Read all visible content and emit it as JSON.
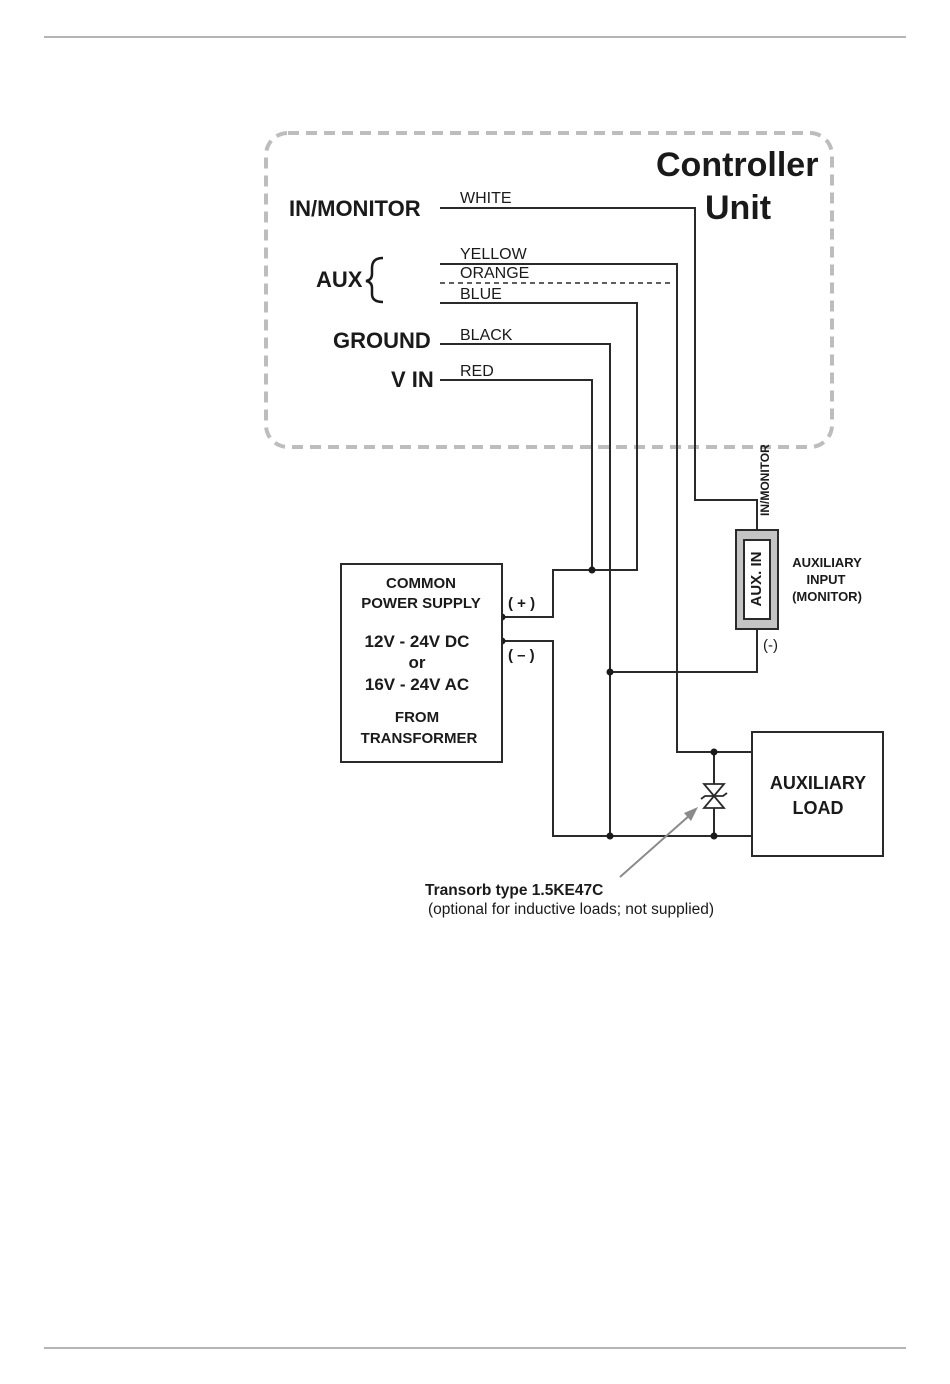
{
  "controller": {
    "title_line1": "Controller",
    "title_line2": "Unit"
  },
  "signals": {
    "in_monitor": "IN/MONITOR",
    "aux": "AUX",
    "ground": "GROUND",
    "vin": "V IN"
  },
  "wires": {
    "white": "WHITE",
    "yellow": "YELLOW",
    "orange": "ORANGE",
    "blue": "BLUE",
    "black": "BLACK",
    "red": "RED"
  },
  "power_supply": {
    "line1": "COMMON",
    "line2": "POWER SUPPLY",
    "line3": "12V - 24V DC",
    "line4": "or",
    "line5": "16V - 24V AC",
    "line6": "FROM",
    "line7": "TRANSFORMER",
    "plus_label": "( + )",
    "minus_label": "( – )"
  },
  "aux_input": {
    "module_label": "AUX. IN",
    "top_terminal": "IN/MONITOR",
    "bottom_terminal": "(-)",
    "desc_line1": "AUXILIARY",
    "desc_line2": "INPUT",
    "desc_line3": "(MONITOR)"
  },
  "aux_load": {
    "line1": "AUXILIARY",
    "line2": "LOAD"
  },
  "transorb": {
    "line1": "Transorb type 1.5KE47C",
    "line2": "(optional for inductive loads; not supplied)"
  },
  "colors": {
    "border": "#bdbdbd",
    "aux_module": "#c4c4c4",
    "line": "#2a2a2a"
  }
}
